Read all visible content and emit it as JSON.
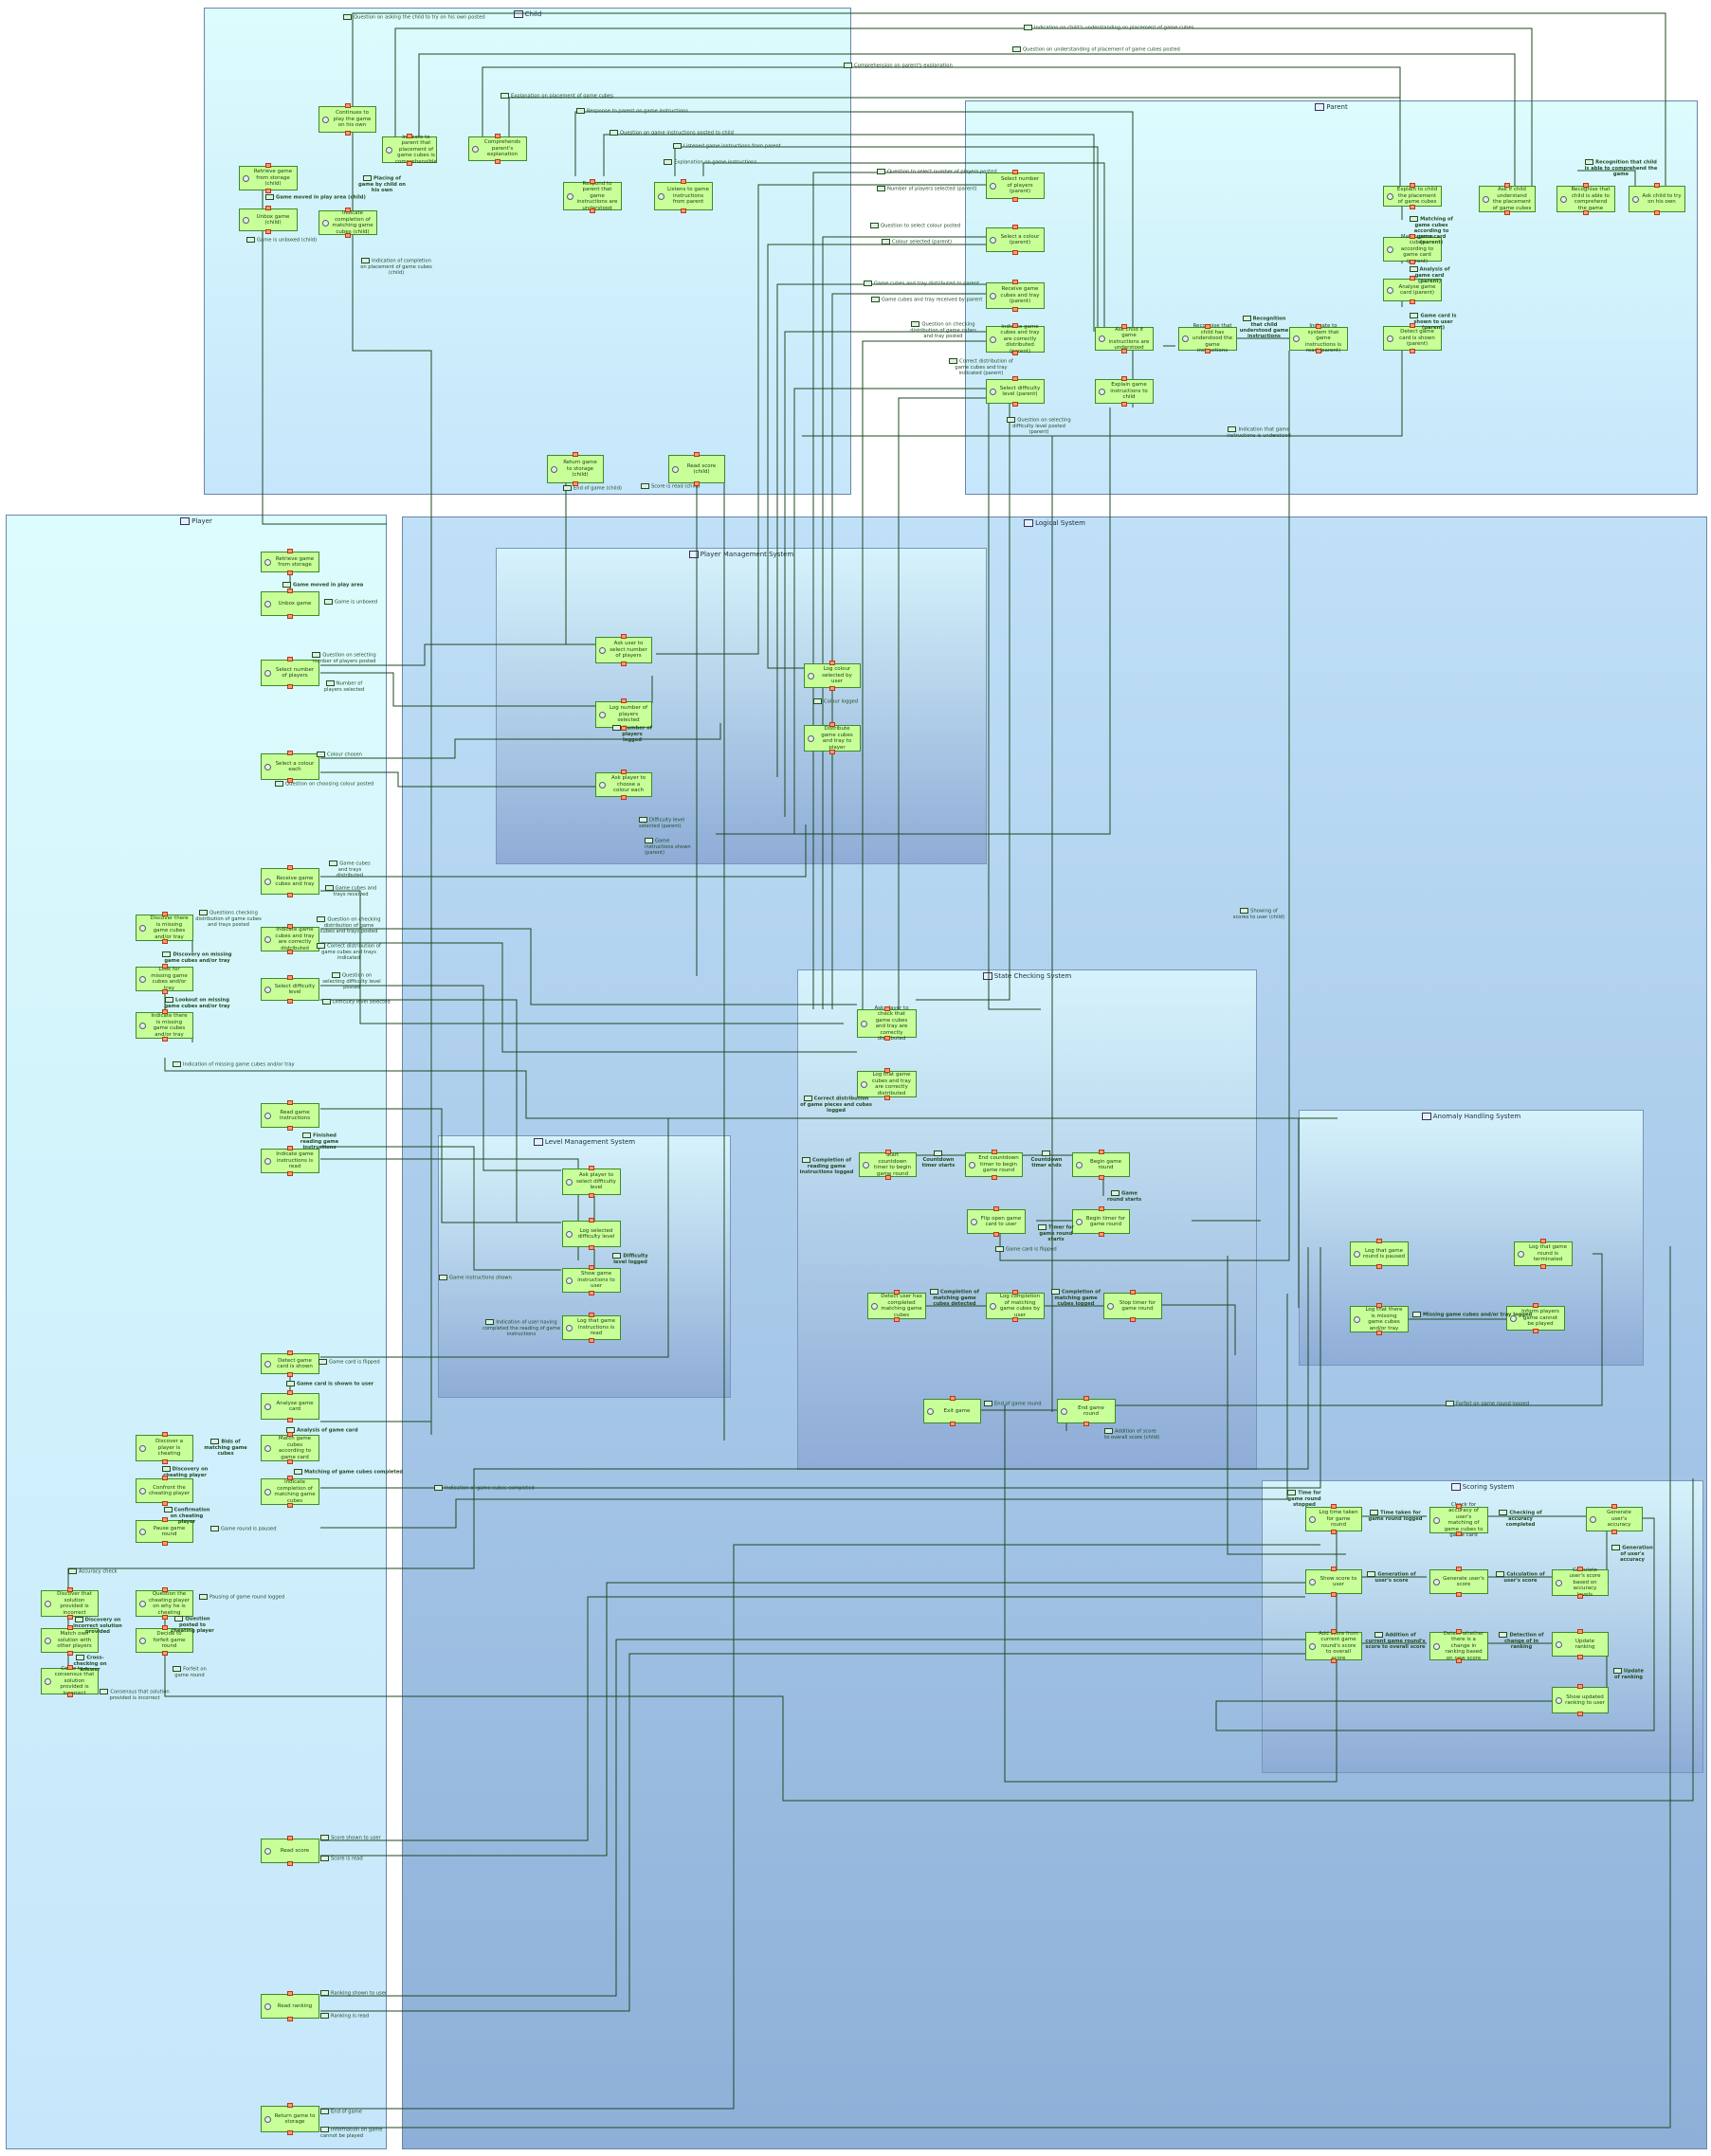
{
  "swimlanes": {
    "child": "Child",
    "parent": "Parent",
    "player": "Player",
    "logical": "Logical System",
    "player_mgmt": "Player Management System",
    "state_check": "State Checking System",
    "level_mgmt": "Level Management System",
    "anomaly": "Anomaly Handling System",
    "scoring": "Scoring System"
  },
  "functions": {
    "c_continue": "Continues to play the game on his own",
    "c_indicate_underst": "Indicate to parent that placement of game cubes is comprehensible",
    "c_comprehends": "Comprehends parent's explanation",
    "c_retrieve": "Retrieve game from storage (child)",
    "c_unbox": "Unbox game (child)",
    "c_indicate_completion": "Indicate completion of matching game cubes (child)",
    "c_respond_parent": "Respond to parent that game instructions are understood",
    "c_listens": "Listens to game instructions from parent",
    "c_return": "Return game to storage (child)",
    "c_read_score": "Read score (child)",
    "p_select_players": "Select number of players (parent)",
    "p_select_colour": "Select a colour (parent)",
    "p_receive": "Receive game cubes and tray (parent)",
    "p_indicate_cubes": "Indicate game cubes and tray are correctly distributed (parent)",
    "p_select_difficulty": "Select difficulty level (parent)",
    "p_ask_child": "Ask child if game instructions are understood",
    "p_explain_instr": "Explain game instructions to child",
    "p_recognise_child": "Recognise that child has understood the game instructions",
    "p_indicate_system": "Indicate to system that game instructions is read (parent)",
    "p_explain_placement": "Explain to child the placement of game cubes",
    "p_match": "Match game cubes according to game card (parent)",
    "p_analyse": "Analyse game card (parent)",
    "p_detect": "Detect game card is shown (parent)",
    "p_ask_understand": "Ask if child understand the placement of game cubes",
    "p_recognise_able": "Recognise that child is able to comprehend the game",
    "p_ask_try": "Ask child to try on his own",
    "pl_retrieve": "Retrieve game from storage",
    "pl_unbox": "Unbox game",
    "pl_select_players": "Select number of players",
    "pl_select_colour": "Select a colour each",
    "pl_receive": "Receive game cubes and tray",
    "pl_discover_missing": "Discover there is missing game cubes and/or tray",
    "pl_look": "Look for missing game cubes and/or tray",
    "pl_indicate_correct": "Indicate game cubes and tray are correctly distributed",
    "pl_indicate_missing": "Indicate there is missing game cubes and/or tray",
    "pl_select_difficulty": "Select difficulty level",
    "pl_read_instr": "Read game instructions",
    "pl_indicate_instr": "Indicate game instructions is read",
    "pl_detect_card": "Detect game card is shown",
    "pl_analyse_card": "Analyse game card",
    "pl_discover_cheating": "Discover a player is cheating",
    "pl_match": "Match game cubes according to game card",
    "pl_confront": "Confront the cheating player",
    "pl_indicate_completion": "Indicate completion of matching game cubes",
    "pl_pause": "Pause game round",
    "pl_discover_incorrect": "Discover that solution provided is incorrect",
    "pl_question_cheat": "Question the cheating player on why he is cheating",
    "pl_match_solution": "Match own solution with other players",
    "pl_decide_forfeit": "Decide to forfeit game round",
    "pl_come_consensus": "Come to a consensus that solution provided is incorrect",
    "pl_read_score": "Read score",
    "pl_read_ranking": "Read ranking",
    "pl_return": "Return game to storage",
    "pm_ask_players": "Ask user to select number of players",
    "pm_log_number": "Log number of players selected",
    "pm_ask_colour": "Ask player to choose a colour each",
    "pm_log_colour": "Log colour selected by user",
    "pm_distribute": "Distribute game cubes and tray to player",
    "sc_ask_check": "Ask player to check that game cubes and tray are correctly distributed",
    "sc_log_cubes": "Log that game cubes and tray are correctly distributed",
    "sc_start_countdown": "Start countdown timer to begin game round",
    "sc_end_countdown": "End countdown timer to begin game round",
    "sc_begin_round": "Begin game round",
    "sc_flip_card": "Flip open game card to user",
    "sc_begin_timer": "Begin timer for game round",
    "sc_detect_user": "Detect user has completed matching game cubes",
    "sc_log_completion": "Log completion of matching game cubes by user",
    "sc_stop_timer": "Stop timer for game round",
    "sc_exit_game": "Exit game",
    "sc_end_round": "End game round",
    "lm_ask_difficulty": "Ask player to select difficulty level",
    "lm_log_difficulty": "Log selected difficulty level",
    "lm_show_instr": "Show game instructions to user",
    "lm_log_instr": "Log that game instructions is read",
    "ah_log_paused": "Log that game round is paused",
    "ah_log_terminated": "Log that game round is terminated",
    "ah_log_missing": "Log that there is missing game cubes and/or tray",
    "ah_inform": "Inform players game cannot be played",
    "sg_log_time": "Log time taken for game round",
    "sg_check_accuracy": "Check for accuracy of user's matching of game cubes to game card",
    "sg_generate_accuracy": "Generate user's accuracy",
    "sg_show_score": "Show score to user",
    "sg_generate_score": "Generate user's score",
    "sg_calculate": "Calculate user's score based on accuracy levels",
    "sg_add_score": "Add score from current game round's score to overall score",
    "sg_detect_rank": "Detect whether there is a change in ranking based on new score",
    "sg_update_ranking": "Update ranking",
    "sg_show_ranking": "Show updated ranking to user"
  },
  "flows": {
    "f_q_asking": "Question on asking the child to try on his own posted",
    "f_ind_child_underst": "Indication on child's understanding on placement of game cubes",
    "f_q_underst_placement": "Question on understanding of placement of game cubes posted",
    "f_comprehension": "Comprehension on parent's explanation",
    "f_expl_placement": "Explanation on placement of game cubes",
    "f_resp_parent": "Response to parent on game instructions",
    "f_q_game_instr_child": "Question on game instructions posted to child",
    "f_listened": "Listened game instructions from parent",
    "f_expl_instr": "Explanation on game instructions",
    "f_q_num_players": "Question to select number of players posted",
    "f_num_players_sel_p": "Number of players selected (parent)",
    "f_q_colour": "Question to select colour posted",
    "f_colour_sel_p": "Colour selected (parent)",
    "f_cubes_distrib_p": "Game cubes and tray distributed to parent",
    "f_cubes_received_p": "Game cubes and tray received by parent",
    "f_q_checking_p": "Question on checking distribution of game cubes and tray posted",
    "f_correct_distrib_p": "Correct distribution of game cubes and tray indicated (parent)",
    "f_q_difficulty_p": "Question on selecting difficulty level posted (parent)",
    "f_ind_instr_underst": "Indication that game instructions is understood",
    "f_game_moved_child": "Game moved in play area (child)",
    "f_game_unboxed_child": "Game is unboxed (child)",
    "f_placing_cubes": "Placing of game by child on his own",
    "f_ind_completion_child": "Indication of completion on placement of game cubes (child)",
    "f_end_of_game_child": "End of game (child)",
    "f_score_read_child": "Score is read (child)",
    "f_recog_child_underst": "Recognition that child understood game instructions",
    "f_matching_p": "Matching of game cubes according to game card (parent)",
    "f_analysis_p": "Analysis of game card (parent)",
    "f_card_shown_p": "Game card is shown to user (parent)",
    "f_recog_able": "Recognition that child is able to comprehend the game",
    "f_game_moved": "Game moved in play area",
    "f_game_unboxed": "Game is unboxed",
    "f_q_sel_players": "Question on selecting number of players posted",
    "f_num_players_sel": "Number of players selected",
    "f_colour_chosen": "Colour chosen",
    "f_q_choosing_colour": "Question on choosing colour posted",
    "f_cubes_distributed": "Game cubes and trays distributed",
    "f_cubes_received": "Game cubes and trays received",
    "f_q_checking_distrib": "Questions checking distribution of game cubes and trays posted",
    "f_q_checking_distrib2": "Question on checking distribution of game cubes and trays posted",
    "f_correct_distrib": "Correct distribution of game cubes and trays indicated",
    "f_discovery_missing": "Discovery on missing game cubes and/or tray",
    "f_lookout_missing": "Lookout on missing game cubes and/or tray",
    "f_q_sel_difficulty": "Question on selecting difficulty level posted",
    "f_difficulty_sel": "Difficulty level selected",
    "f_ind_missing": "Indication of missing game cubes and/or tray",
    "f_finished_reading": "Finished reading game instructions",
    "f_instr_shown": "Game instructions shown",
    "f_ind_instr_read": "Indication of user having completed the reading of game instructions",
    "f_card_flipped": "Game card is flipped",
    "f_card_shown": "Game card is shown to user",
    "f_analysis_card": "Analysis of game card",
    "f_bids_matching": "Bids of matching game cubes",
    "f_discovery_cheating": "Discovery on cheating player",
    "f_matching_completed": "Matching of game cubes completed",
    "f_confirmation_cheating": "Confirmation on cheating player",
    "f_ind_completed": "Indication of game cubes completed",
    "f_round_paused": "Game round is paused",
    "f_accuracy_check": "Accuracy check",
    "f_pausing_logged": "Pausing of game round logged",
    "f_discovery_incorrect": "Discovery on incorrect solution provided",
    "f_question_posted_cheating": "Question posted to cheating player",
    "f_cross_checking": "Cross-checking on answer",
    "f_forfeit_round": "Forfeit on game round",
    "f_consensus_incorrect": "Consensus that solution provided is incorrect",
    "f_score_shown": "Score shown to user",
    "f_score_read": "Score is read",
    "f_ranking_shown": "Ranking shown to user",
    "f_ranking_read": "Ranking is read",
    "f_end_of_game": "End of game",
    "f_info_cannot_play": "Information on game cannot be played",
    "f_num_players_logged": "Number of players logged",
    "f_colour_logged": "Colour logged",
    "f_difficulty_sel_p": "Difficulty level selected (parent)",
    "f_instr_shown_p": "Game instructions shown (parent)",
    "f_showing_scores": "Showing of scores to user (child)",
    "f_correct_distrib_logged": "Correct distribution of game pieces and cubes logged",
    "f_completion_reading_logged": "Completion of reading game instructions logged",
    "f_countdown_starts": "Countdown timer starts",
    "f_countdown_ends": "Countdown timer ends",
    "f_round_starts": "Game round starts",
    "f_timer_starts": "Timer for game round starts",
    "f_completion_detected": "Completion of matching game cubes detected",
    "f_completion_logged": "Completion of matching game cubes logged",
    "f_difficulty_logged": "Difficulty level logged",
    "f_end_of_game_round": "End of game round",
    "f_addition_overall_child": "Addition of score to overall score (child)",
    "f_forfeit_logged": "Forfeit on game round logged",
    "f_missing_logged": "Missing game cubes and/or tray logged",
    "f_time_stopped": "Time for game round stopped",
    "f_time_logged": "Time taken for game round logged",
    "f_checking_accuracy": "Checking of accuracy completed",
    "f_generation_accuracy": "Generation of user's accuracy",
    "f_generation_score": "Generation of user's score",
    "f_calculation_score": "Calculation of user's score",
    "f_addition_overall": "Addition of current game round's score to overall score",
    "f_detection_ranking": "Detection of change of in ranking",
    "f_update_ranking": "Update of ranking"
  }
}
